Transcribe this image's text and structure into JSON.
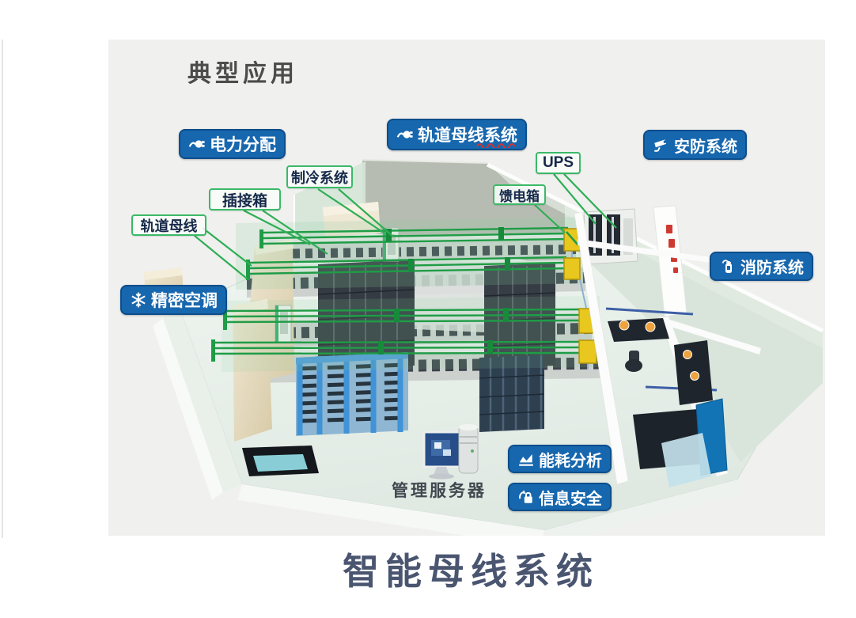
{
  "title": "典型应用",
  "caption": "智能母线系统",
  "labels": {
    "power_distribution": "电力分配",
    "busbar_system": "轨道母线系统",
    "security_system": "安防系统",
    "precision_ac": "精密空调",
    "fire_system": "消防系统",
    "energy_analysis": "能耗分析",
    "info_security": "信息安全",
    "cooling_system": "制冷系统",
    "plug_box": "插接箱",
    "track_busbar": "轨道母线",
    "ups": "UPS",
    "feeder_box": "馈电箱",
    "management_server": "管理服务器"
  },
  "icons": {
    "power_distribution": "plug-icon",
    "busbar_system": "plug-icon",
    "security_system": "camera-icon",
    "precision_ac": "snowflake-icon",
    "fire_system": "extinguisher-icon",
    "energy_analysis": "chart-icon",
    "info_security": "sync-lock-icon"
  },
  "colors": {
    "label_blue": "#1767AE",
    "label_blue_border": "#0D4E8C",
    "callout_green": "#3BB968",
    "busbar_green": "#1F9C46",
    "feeder_yellow": "#E8C71E",
    "underline_red": "#E03028",
    "panel_blue": "#1273B5",
    "caption_text": "#4A5570",
    "figure_background": "#F0F0EE"
  }
}
